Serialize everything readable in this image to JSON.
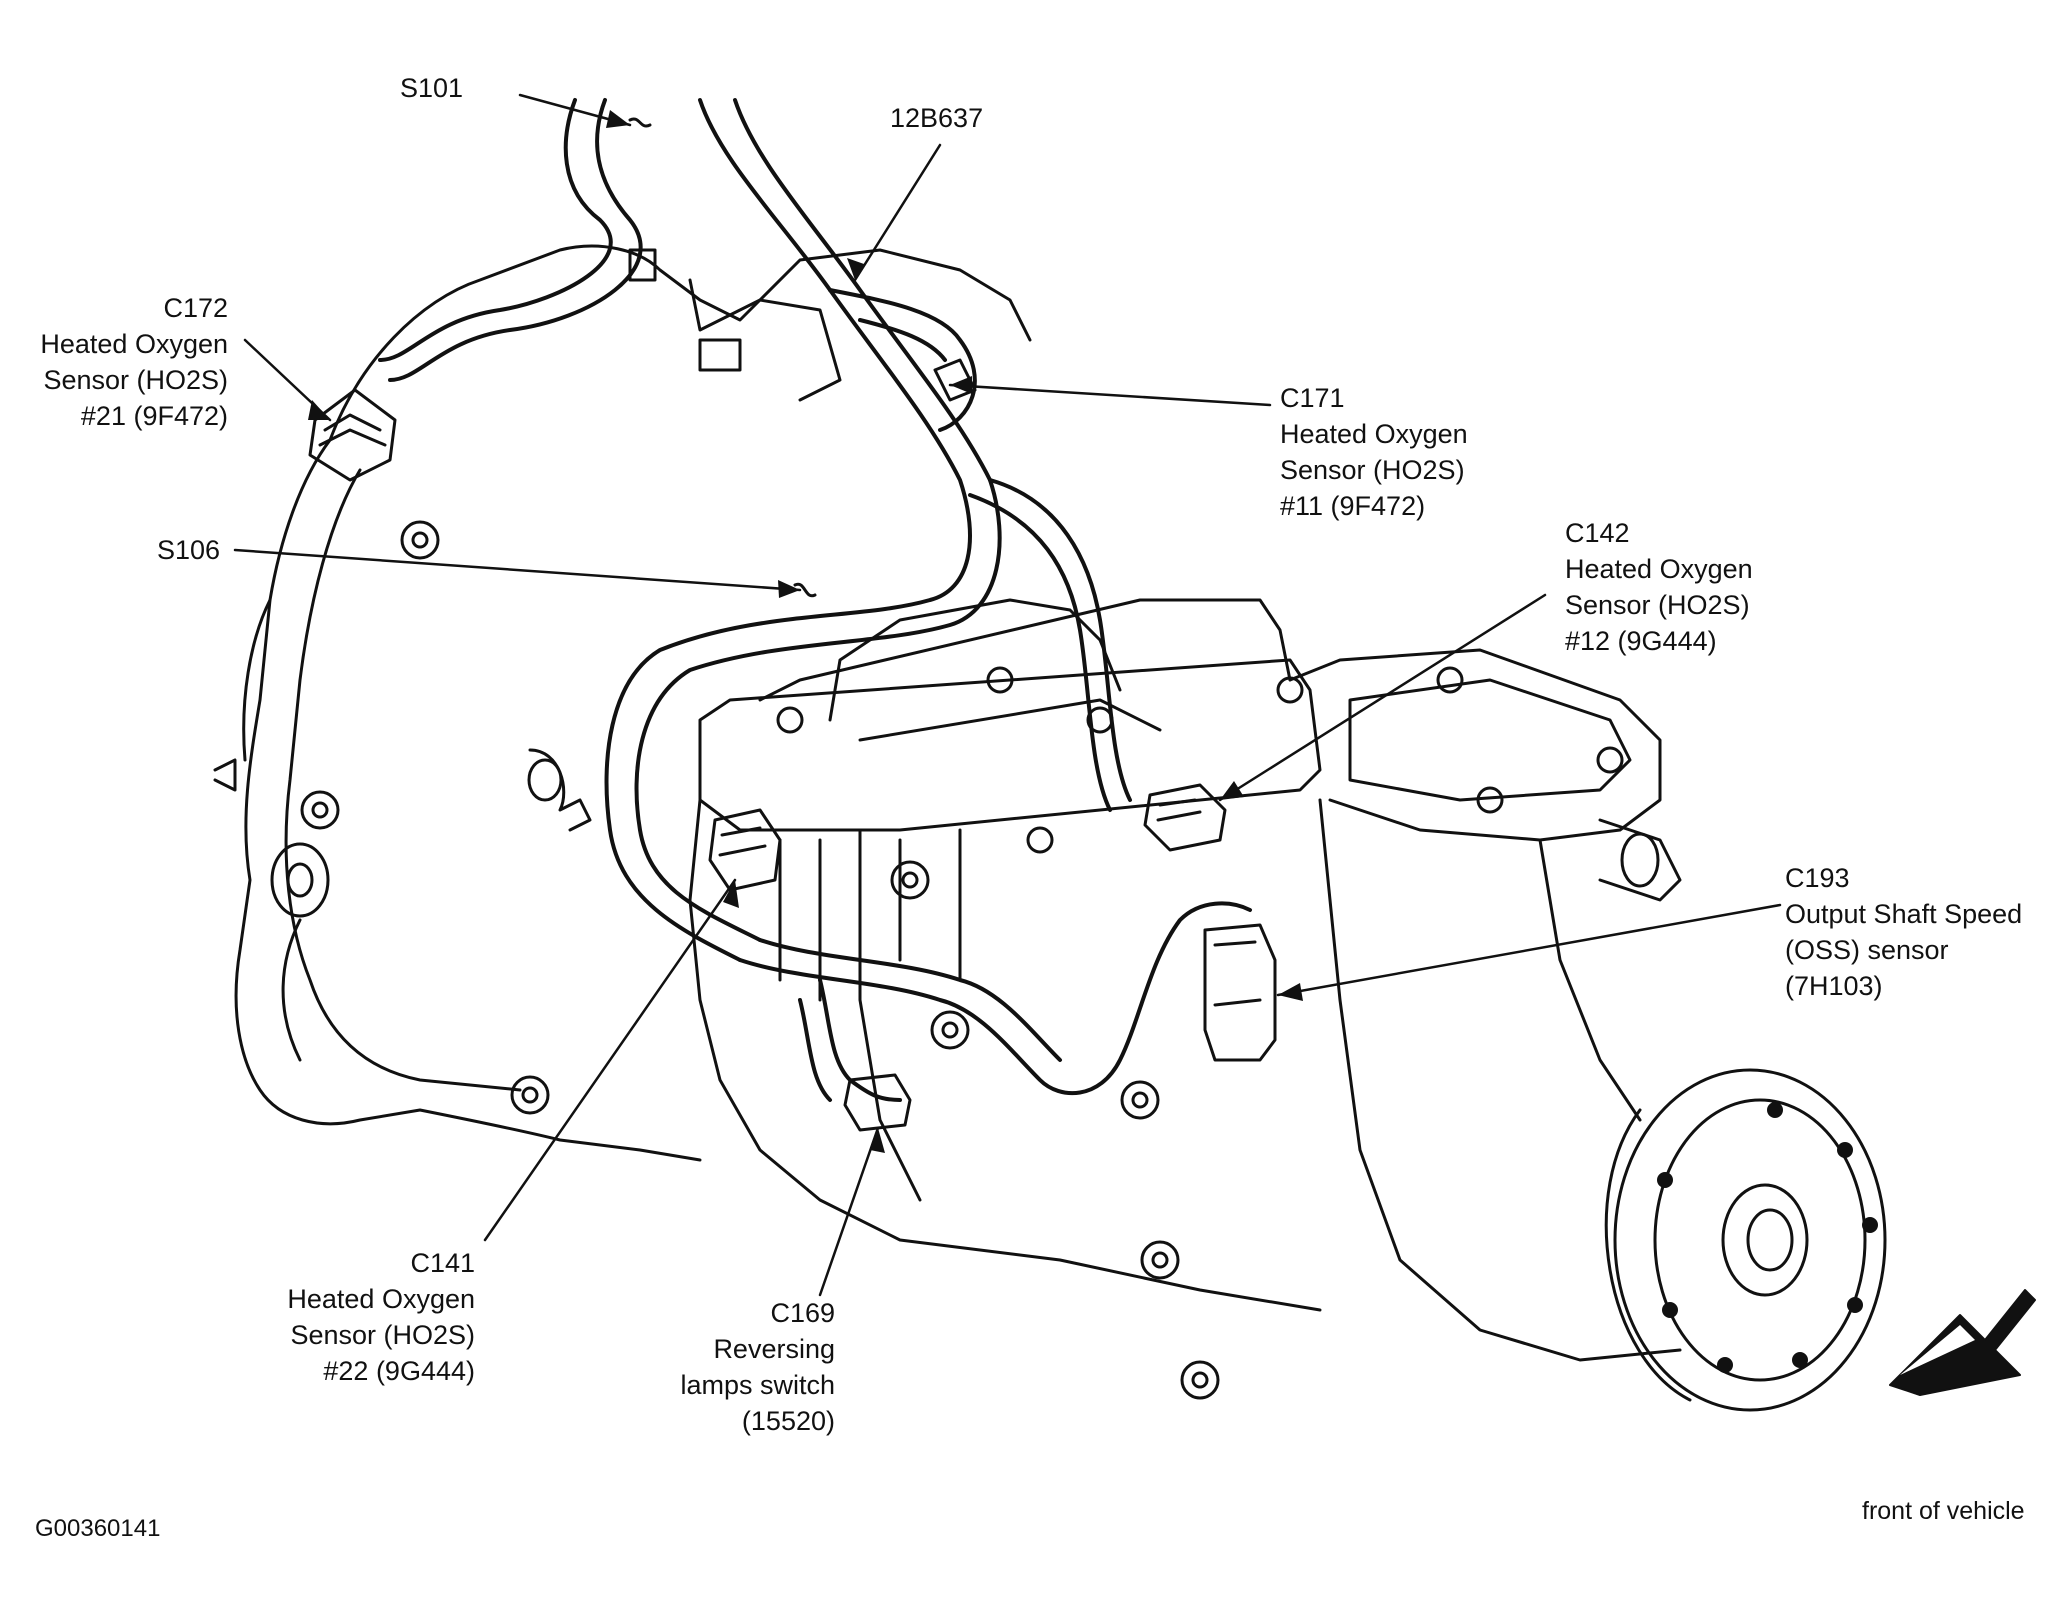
{
  "figure_id": "G00360141",
  "orientation_label": "front of vehicle",
  "callouts": {
    "s101": {
      "lines": [
        "S101"
      ]
    },
    "b637": {
      "lines": [
        "12B637"
      ]
    },
    "c172": {
      "lines": [
        "C172",
        "Heated Oxygen",
        "Sensor (HO2S)",
        "#21 (9F472)"
      ]
    },
    "c171": {
      "lines": [
        "C171",
        "Heated Oxygen",
        "Sensor (HO2S)",
        "#11 (9F472)"
      ]
    },
    "s106": {
      "lines": [
        "S106"
      ]
    },
    "c142": {
      "lines": [
        "C142",
        "Heated Oxygen",
        "Sensor (HO2S)",
        "#12 (9G444)"
      ]
    },
    "c193": {
      "lines": [
        "C193",
        "Output Shaft Speed",
        "(OSS) sensor",
        "(7H103)"
      ]
    },
    "c141": {
      "lines": [
        "C141",
        "Heated Oxygen",
        "Sensor (HO2S)",
        "#22 (9G444)"
      ]
    },
    "c169": {
      "lines": [
        "C169",
        "Reversing",
        "lamps switch",
        "(15520)"
      ]
    }
  }
}
